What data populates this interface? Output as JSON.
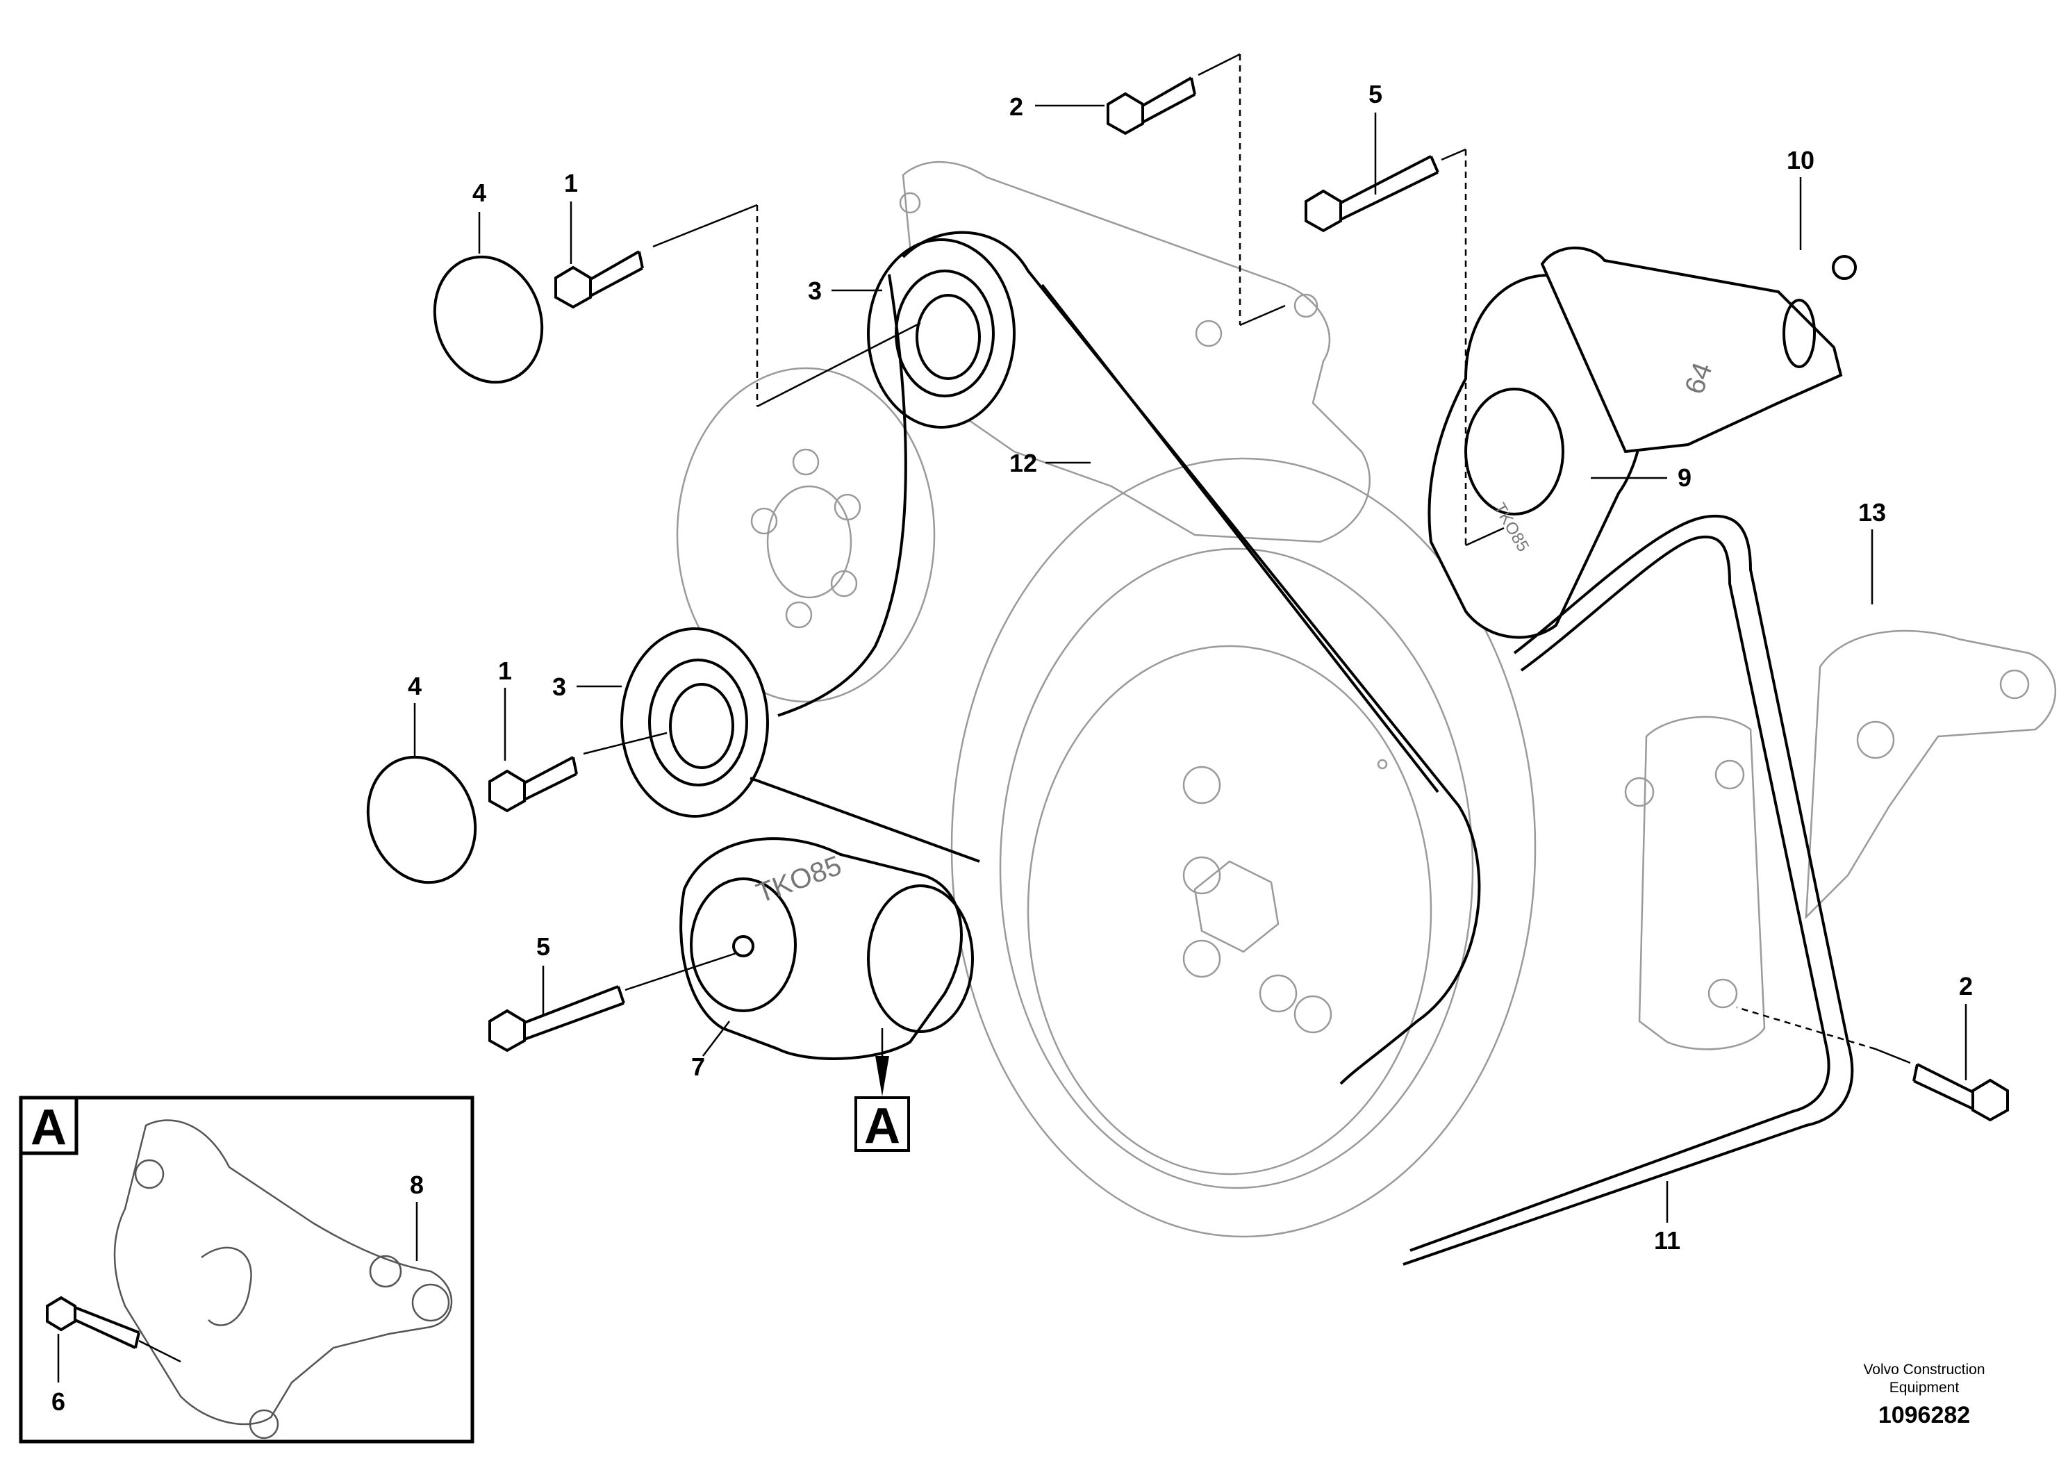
{
  "callouts": [
    {
      "id": "c-2-top",
      "text": "2"
    },
    {
      "id": "c-5-top",
      "text": "5"
    },
    {
      "id": "c-10",
      "text": "10"
    },
    {
      "id": "c-4-top",
      "text": "4"
    },
    {
      "id": "c-1-top",
      "text": "1"
    },
    {
      "id": "c-3-top",
      "text": "3"
    },
    {
      "id": "c-12",
      "text": "12"
    },
    {
      "id": "c-9",
      "text": "9"
    },
    {
      "id": "c-13",
      "text": "13"
    },
    {
      "id": "c-4-mid",
      "text": "4"
    },
    {
      "id": "c-1-mid",
      "text": "1"
    },
    {
      "id": "c-3-mid",
      "text": "3"
    },
    {
      "id": "c-5-mid",
      "text": "5"
    },
    {
      "id": "c-2-right",
      "text": "2"
    },
    {
      "id": "c-7",
      "text": "7"
    },
    {
      "id": "c-11",
      "text": "11"
    },
    {
      "id": "c-8",
      "text": "8"
    },
    {
      "id": "c-6",
      "text": "6"
    }
  ],
  "detail_marker": {
    "label": "A"
  },
  "inset": {
    "label": "A"
  },
  "part_stamps": {
    "bracket_number": "64",
    "tensioner_brand_lower": "TKO85",
    "tensioner_brand_upper": "TKO85"
  },
  "footer": {
    "credit_line1": "Volvo Construction",
    "credit_line2": "Equipment",
    "document_number": "1096282"
  }
}
